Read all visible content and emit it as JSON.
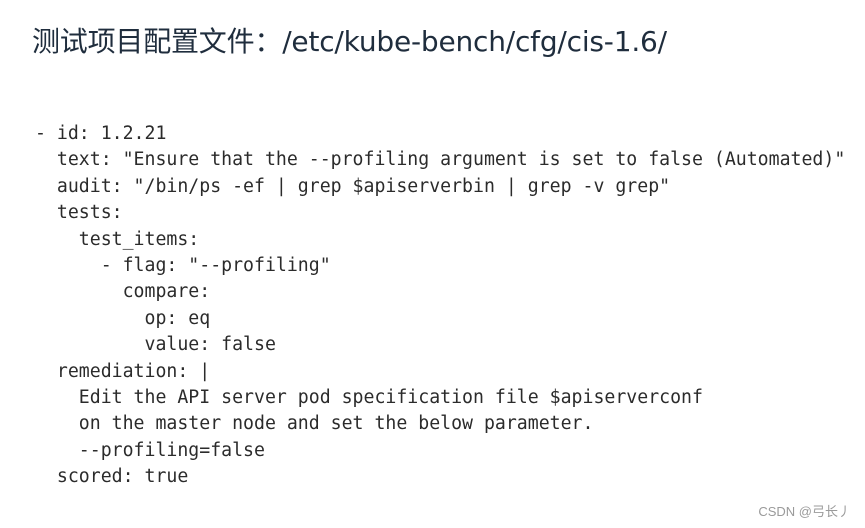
{
  "header": {
    "title": "测试项目配置文件：/etc/kube-bench/cfg/cis-1.6/"
  },
  "code_block": {
    "language": "yaml",
    "lines": [
      "- id: 1.2.21",
      "  text: \"Ensure that the --profiling argument is set to false (Automated)\"",
      "  audit: \"/bin/ps -ef | grep $apiserverbin | grep -v grep\"",
      "  tests:",
      "    test_items:",
      "      - flag: \"--profiling\"",
      "        compare:",
      "          op: eq",
      "          value: false",
      "  remediation: |",
      "    Edit the API server pod specification file $apiserverconf",
      "    on the master node and set the below parameter.",
      "    --profiling=false",
      "  scored: true"
    ]
  },
  "footer": {
    "watermark": "CSDN @弓长丿"
  },
  "colors": {
    "background": "#ffffff",
    "title_text": "#1f2d3d",
    "code_text": "#2b2b2b",
    "watermark_text": "#9a9a9a"
  }
}
